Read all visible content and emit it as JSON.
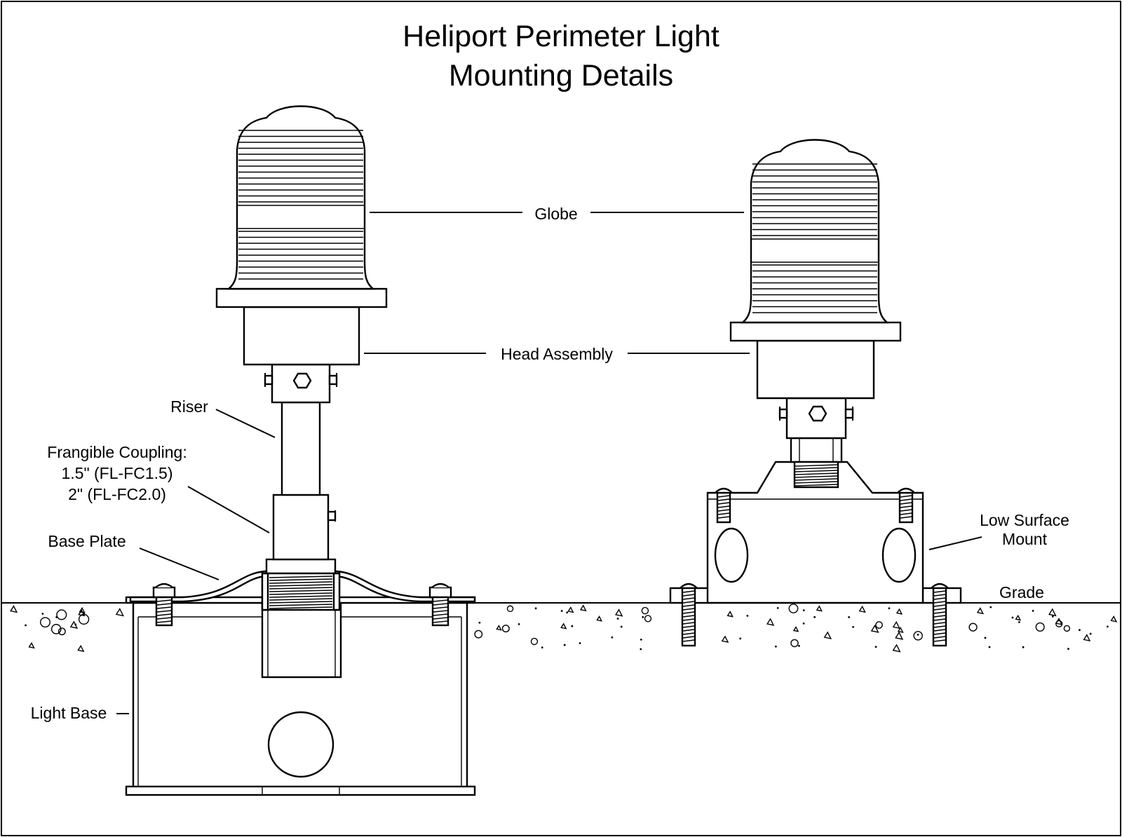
{
  "diagram": {
    "title_line1": "Heliport Perimeter Light",
    "title_line2": "Mounting Details",
    "labels": {
      "globe": "Globe",
      "head_assembly": "Head Assembly",
      "riser": "Riser",
      "frangible_line1": "Frangible Coupling:",
      "frangible_line2": "1.5\" (FL-FC1.5)",
      "frangible_line3": "2\" (FL-FC2.0)",
      "base_plate": "Base Plate",
      "light_base": "Light Base",
      "low_surface_line1": "Low Surface",
      "low_surface_line2": "Mount",
      "grade": "Grade"
    },
    "colors": {
      "line": "#000000",
      "background": "#ffffff"
    }
  }
}
